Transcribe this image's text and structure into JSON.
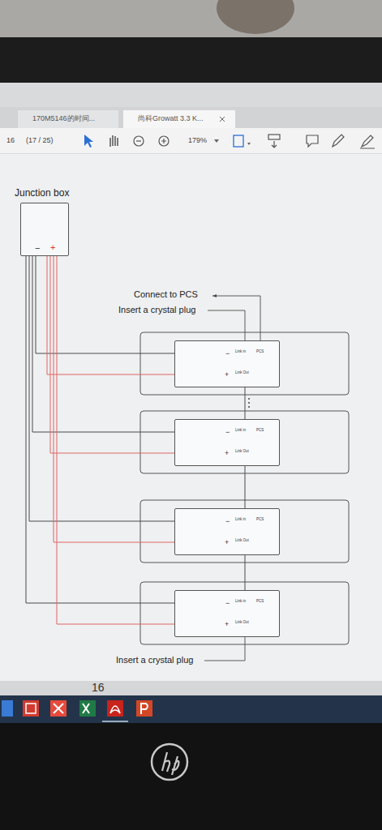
{
  "diagram": {
    "nodes": [
      {
        "text": [
          "Junction box",
          "−",
          "+"
        ]
      },
      {
        "text": [
          "−",
          "+",
          "Link in",
          "PCS",
          "Link Out"
        ]
      },
      {
        "text": [
          "−",
          "+",
          "Link in",
          "PCS",
          "Link Out"
        ]
      },
      {
        "text": [
          "−",
          "+",
          "Link in",
          "PCS",
          "Link Out"
        ]
      },
      {
        "text": [
          "−",
          "+",
          "Link in",
          "PCS",
          "Link Out"
        ]
      }
    ],
    "edges": [
      {
        "from": 0,
        "to": 1,
        "arrow": "none"
      },
      {
        "from": 0,
        "to": 1,
        "arrow": "none"
      },
      {
        "from": 0,
        "to": 2,
        "arrow": "none"
      },
      {
        "from": 0,
        "to": 2,
        "arrow": "none"
      },
      {
        "from": 0,
        "to": 3,
        "arrow": "none"
      },
      {
        "from": 0,
        "to": 3,
        "arrow": "none"
      },
      {
        "from": 0,
        "to": 4,
        "arrow": "none"
      },
      {
        "from": 0,
        "to": 4,
        "arrow": "none"
      },
      {
        "from": 1,
        "to": 2,
        "arrow": "none"
      },
      {
        "from": 2,
        "to": 3,
        "arrow": "none"
      },
      {
        "from": 3,
        "to": 4,
        "arrow": "none"
      }
    ],
    "labels": [
      "170M5146的时间...",
      "尚科Growatt 3.3 K...",
      "16",
      "(17 / 25)",
      "179%",
      "Connect to PCS",
      "Insert a crystal plug",
      "Insert a crystal plug",
      "16"
    ]
  }
}
